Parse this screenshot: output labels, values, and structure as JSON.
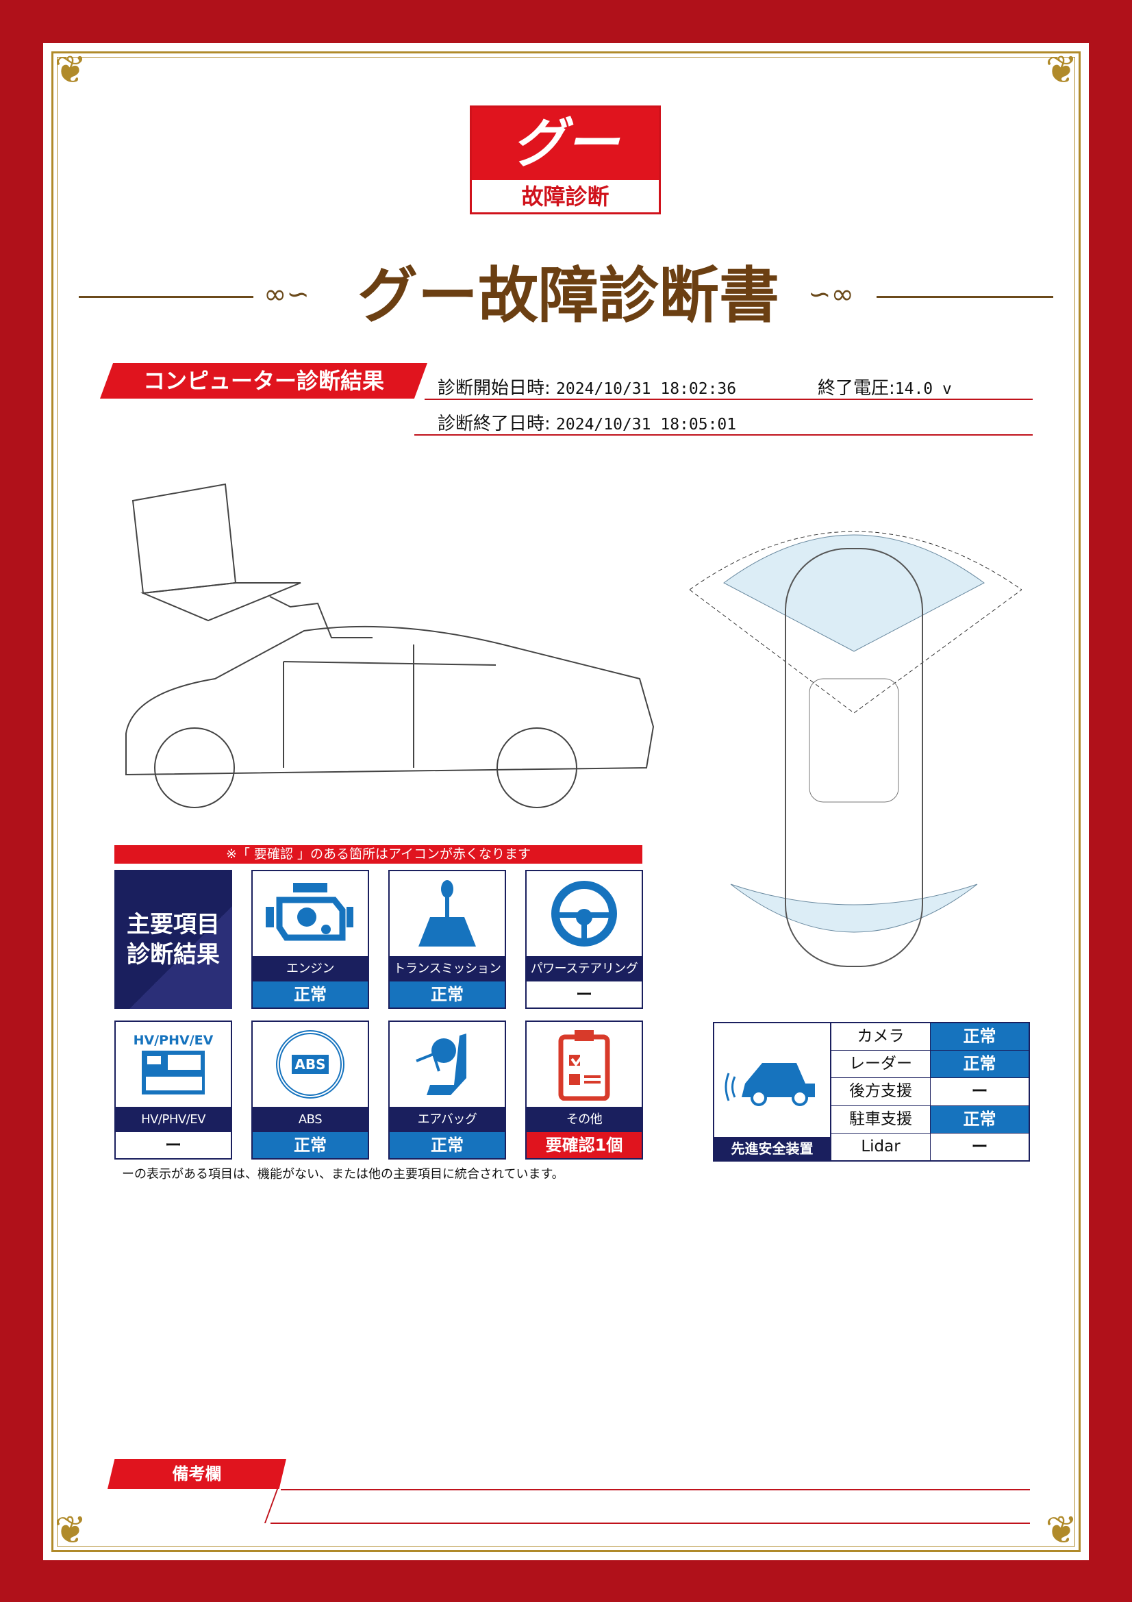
{
  "logo": {
    "mark": "グー",
    "sub": "故障診断"
  },
  "title": "グー故障診断書",
  "section_banner": "コンピューター診断結果",
  "diagnosis": {
    "start_label": "診断開始日時:",
    "start_value": "2024/10/31 18:02:36",
    "voltage_label": "終了電圧:",
    "voltage_value": "14.0 v",
    "end_label": "診断終了日時:",
    "end_value": "2024/10/31 18:05:01"
  },
  "notice": "※「 要確認 」のある箇所はアイコンが赤くなります",
  "main_items_heading": [
    "主要項目",
    "診断結果"
  ],
  "main_items": [
    {
      "label": "エンジン",
      "status": "正常",
      "state": "ok",
      "icon": "engine-icon"
    },
    {
      "label": "トランスミッション",
      "status": "正常",
      "state": "ok",
      "icon": "gear-shift-icon"
    },
    {
      "label": "パワーステアリング",
      "status": "ー",
      "state": "na",
      "icon": "steering-wheel-icon"
    },
    {
      "label": "HV/PHV/EV",
      "status": "ー",
      "state": "na",
      "icon": "battery-icon",
      "icon_text": "HV/PHV/EV"
    },
    {
      "label": "ABS",
      "status": "正常",
      "state": "ok",
      "icon": "abs-icon",
      "icon_text": "ABS"
    },
    {
      "label": "エアバッグ",
      "status": "正常",
      "state": "ok",
      "icon": "airbag-icon"
    },
    {
      "label": "その他",
      "status": "要確認1個",
      "state": "ng",
      "icon": "checklist-icon"
    }
  ],
  "footnote": "ーの表示がある項目は、機能がない、または他の主要項目に統合されています。",
  "adas": {
    "caption": "先進安全装置",
    "rows": [
      {
        "label": "カメラ",
        "status": "正常",
        "state": "ok"
      },
      {
        "label": "レーダー",
        "status": "正常",
        "state": "ok"
      },
      {
        "label": "後方支援",
        "status": "ー",
        "state": "na"
      },
      {
        "label": "駐車支援",
        "status": "正常",
        "state": "ok"
      },
      {
        "label": "Lidar",
        "status": "ー",
        "state": "na"
      }
    ]
  },
  "remarks_label": "備考欄",
  "colors": {
    "border_red": "#b0111a",
    "brand_red": "#e0141e",
    "navy": "#1a1f5e",
    "ok_blue": "#1673be",
    "gold": "#b08a2a"
  }
}
